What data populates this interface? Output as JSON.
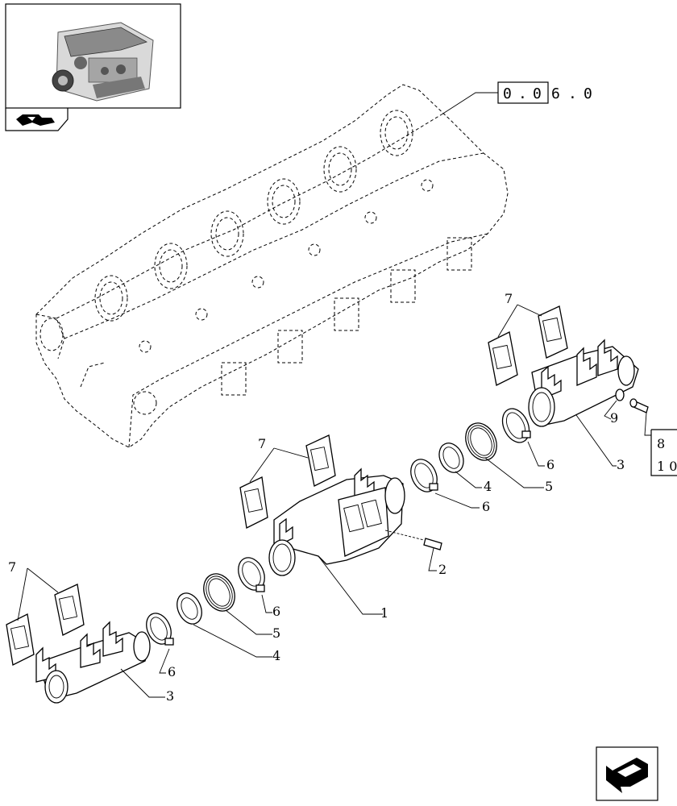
{
  "reference": {
    "boxed_digits": [
      "0",
      ".",
      "0"
    ],
    "trailing_digits": [
      "6",
      ".",
      "0"
    ]
  },
  "side_ref": {
    "top": "8",
    "bottom": "1 0"
  },
  "callouts": {
    "c1": "1",
    "c2": "2",
    "c3a": "3",
    "c3b": "3",
    "c4a": "4",
    "c4b": "4",
    "c5a": "5",
    "c5b": "5",
    "c6a": "6",
    "c6b": "6",
    "c6c": "6",
    "c6d": "6",
    "c7a": "7",
    "c7b": "7",
    "c7c": "7",
    "c9": "9"
  },
  "icons": {
    "engine_thumbnail": "engine-image",
    "nav_top": "return-arrow-icon",
    "nav_bottom": "next-page-arrow-icon"
  }
}
